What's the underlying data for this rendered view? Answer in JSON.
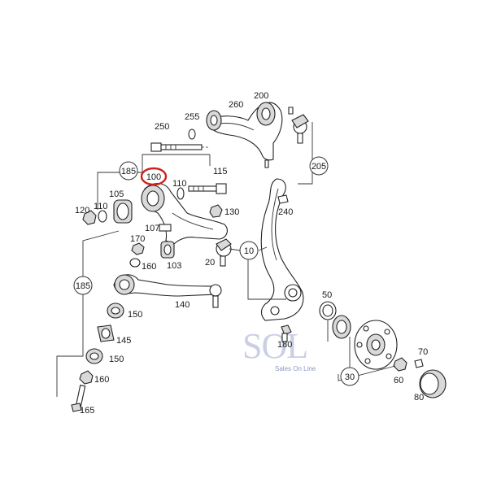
{
  "labels": {
    "p200": "200",
    "p260": "260",
    "p255": "255",
    "p250": "250",
    "p185_top": "185",
    "p205": "205",
    "p100": "100",
    "p110_a": "110",
    "p115": "115",
    "p105": "105",
    "p110_b": "110",
    "p120": "120",
    "p240": "240",
    "p130": "130",
    "p107": "107",
    "p170": "170",
    "p103": "103",
    "p20": "20",
    "p10": "10",
    "p160_a": "160",
    "p185_left": "185",
    "p140": "140",
    "p150_a": "150",
    "p145": "145",
    "p150_b": "150",
    "p160_b": "160",
    "p165": "165",
    "p50": "50",
    "p180": "180",
    "p70": "70",
    "p60": "60",
    "p30": "30",
    "p80": "80"
  },
  "highlight": {
    "label": "100",
    "color": "#d0201f"
  },
  "watermark": {
    "brand": "SOL",
    "tagline": "Sales On Line",
    "color": "#8c96c4"
  }
}
